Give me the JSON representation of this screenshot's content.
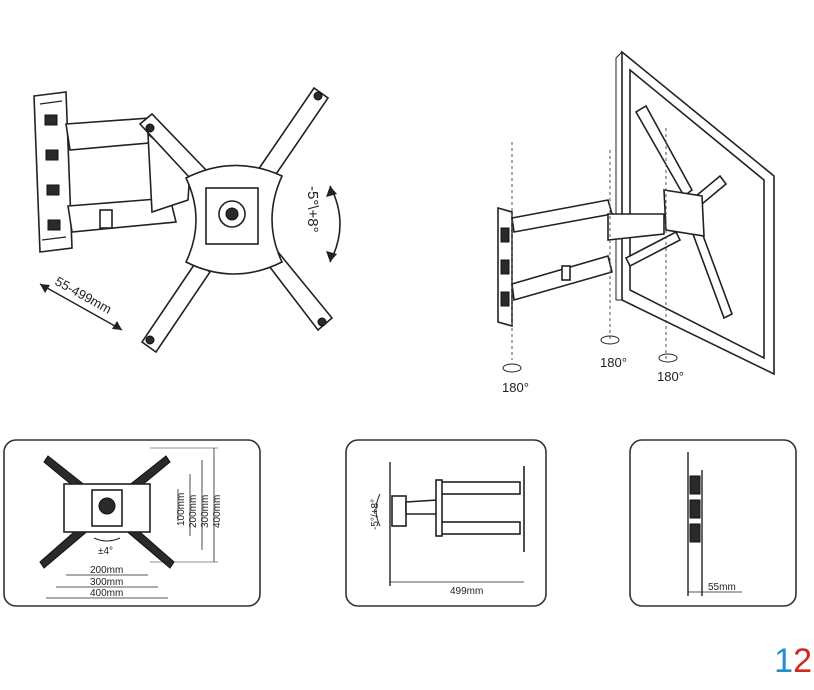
{
  "main_view": {
    "extension_label": "55-499mm",
    "tilt_label": "-5°\\+8°"
  },
  "swivel_view": {
    "rotation_labels": [
      "180°",
      "180°",
      "180°"
    ]
  },
  "panel_vesa": {
    "vertical_dims": [
      "100mm",
      "200mm",
      "300mm",
      "400mm"
    ],
    "horizontal_dims": [
      "200mm",
      "300mm",
      "400mm"
    ],
    "rotation_label": "±4°"
  },
  "panel_side": {
    "tilt_label": "-5°/+8°",
    "extension_dim": "499mm"
  },
  "panel_profile": {
    "depth_dim": "55mm"
  },
  "page_number": {
    "digit_blue": "1",
    "digit_red": "2"
  },
  "colors": {
    "line": "#222222",
    "page_number_blue": "#1f8fd0",
    "page_number_red": "#d0281f"
  }
}
